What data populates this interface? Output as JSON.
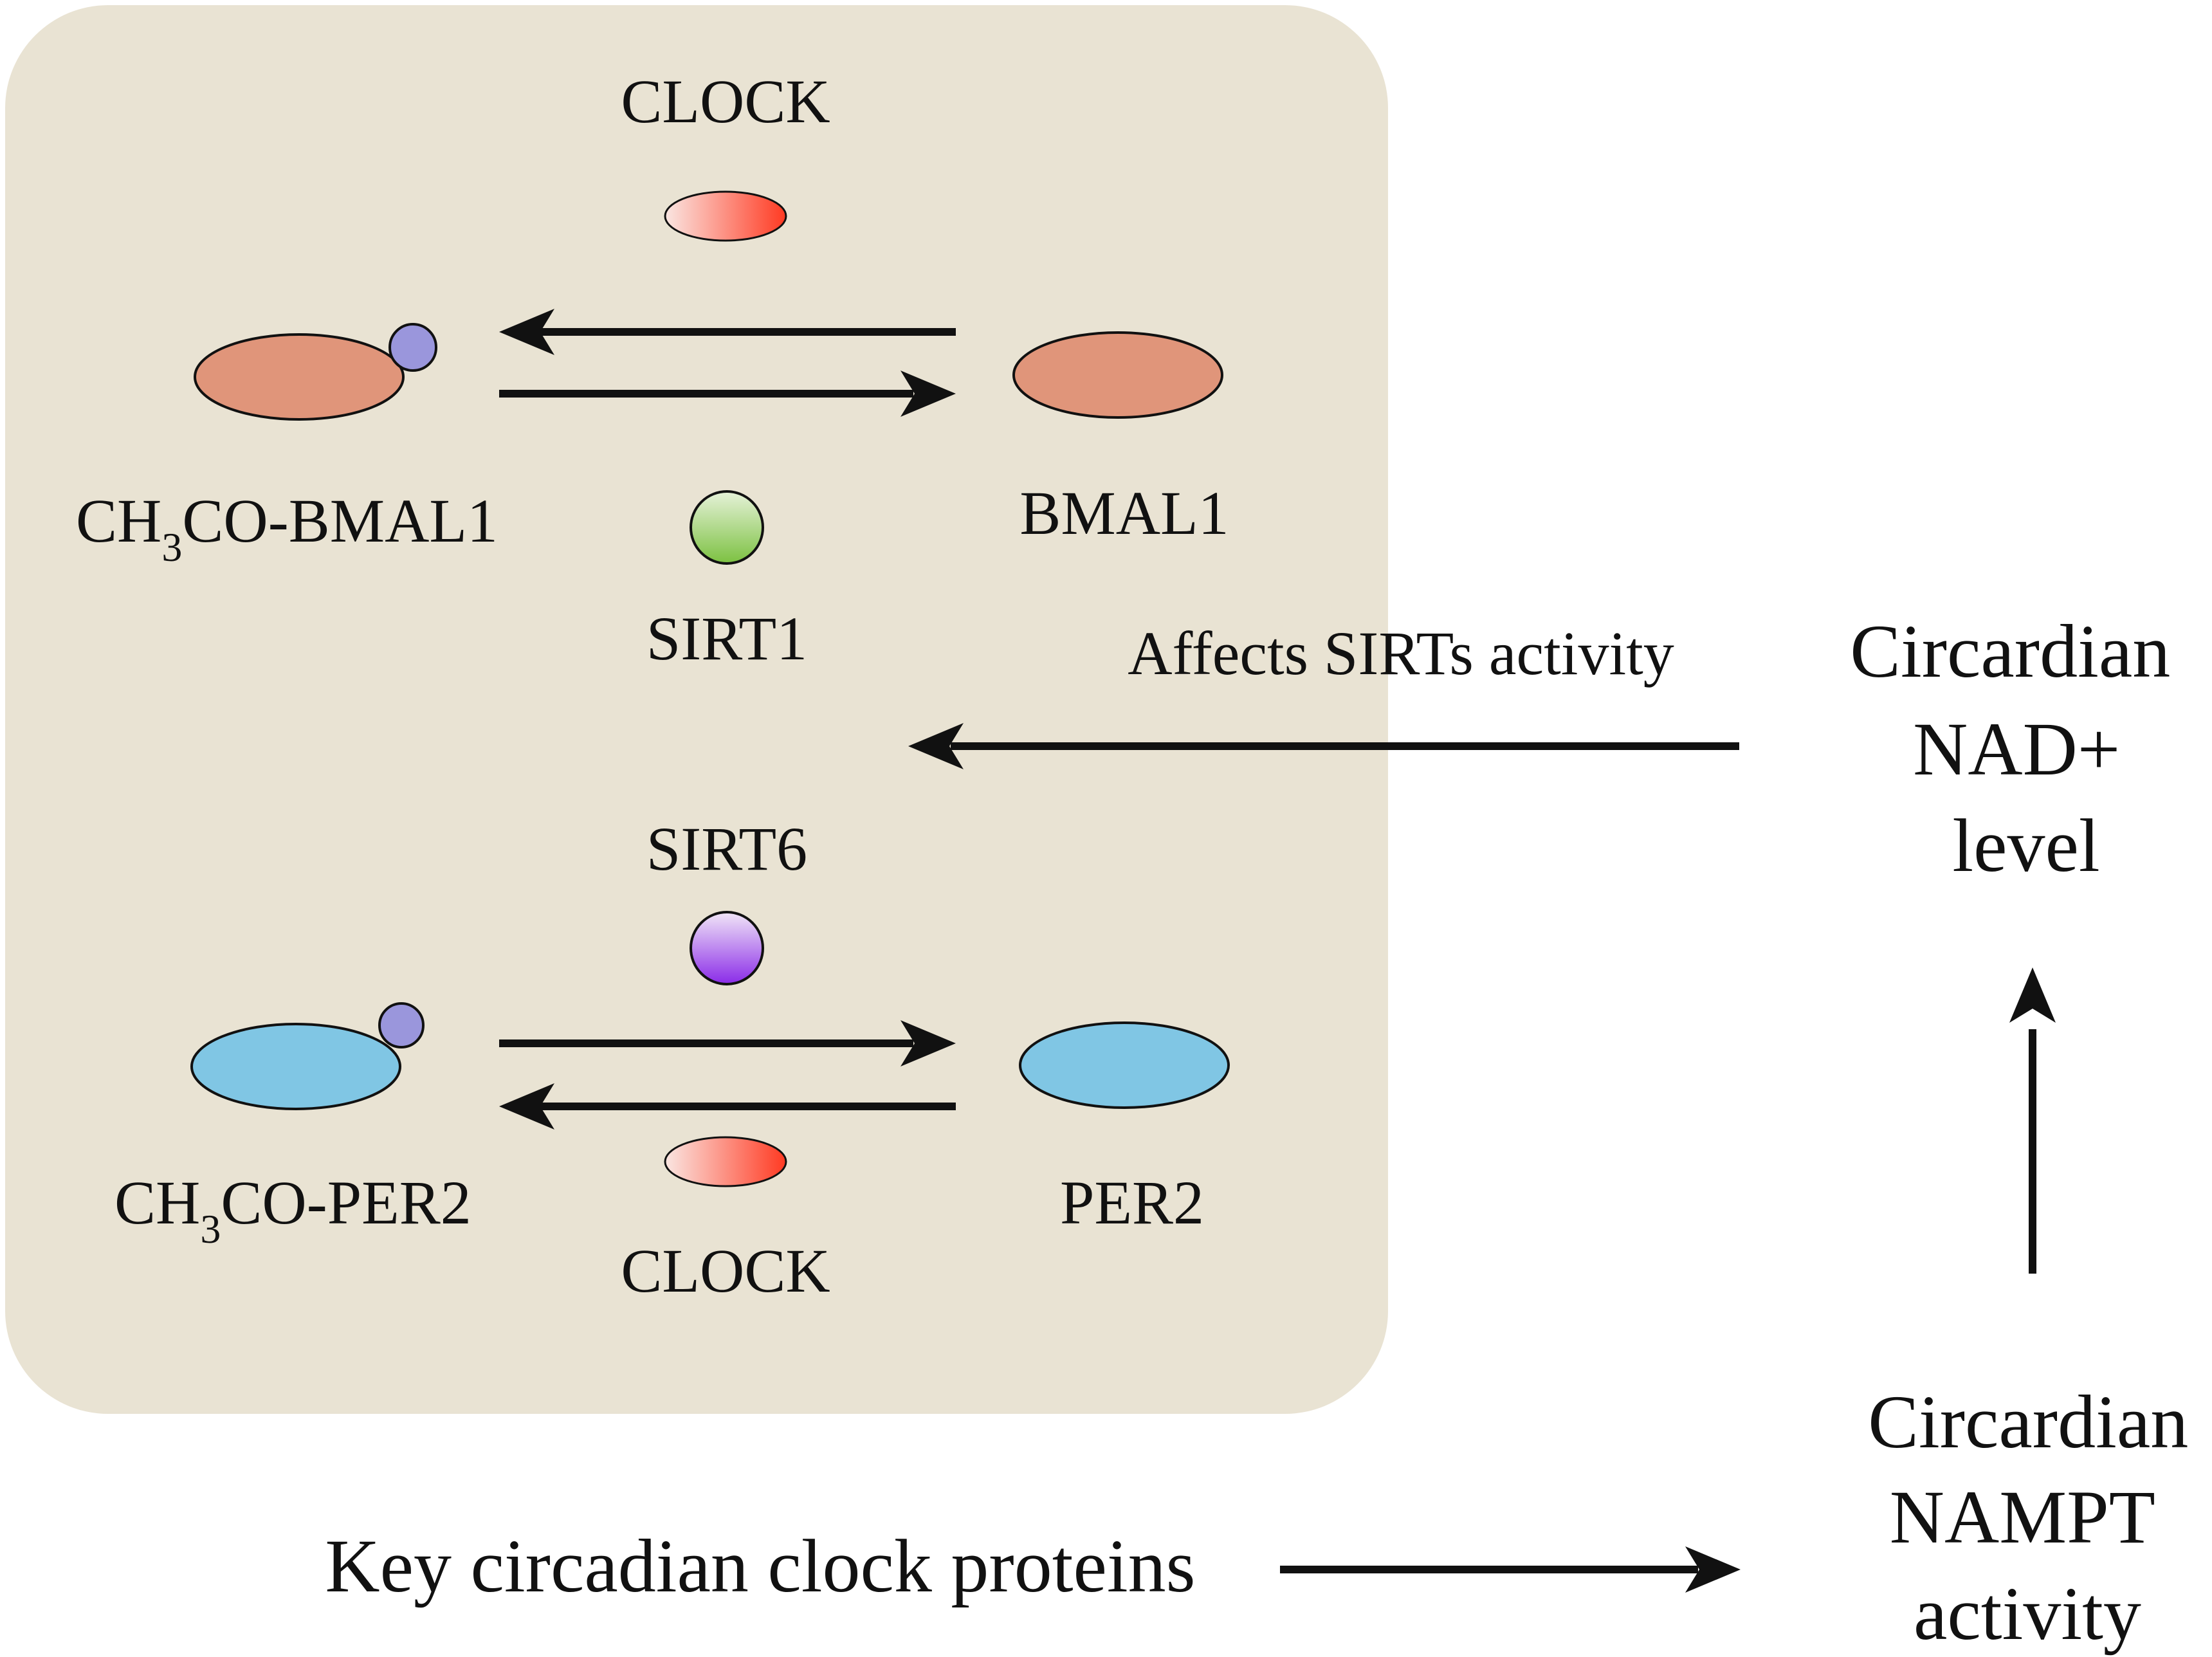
{
  "colors": {
    "panel": "#e9e3d3",
    "bmal1": "#e0957a",
    "per2": "#80c6e4",
    "acetyl": "#9a96dc",
    "clock_light": "#fae6e2",
    "clock_dark": "#ff3a22",
    "sirt1_light": "#e6f2d9",
    "sirt1_dark": "#7cc141",
    "sirt6_light": "#f1e6f7",
    "sirt6_dark": "#8a2be8",
    "stroke": "#111111"
  },
  "labels": {
    "clock_top": "CLOCK",
    "acetyl_bmal1_prefix": "CH",
    "acetyl_bmal1_sub": "3",
    "acetyl_bmal1_suffix": "CO-BMAL1",
    "bmal1": "BMAL1",
    "sirt1": "SIRT1",
    "sirt6": "SIRT6",
    "acetyl_per2_prefix": "CH",
    "acetyl_per2_sub": "3",
    "acetyl_per2_suffix": "CO-PER2",
    "per2": "PER2",
    "clock_bottom": "CLOCK",
    "affects": "Affects SIRTs activity",
    "nad_line1": "Circardian",
    "nad_line2": "NAD+",
    "nad_line3": "level",
    "nampt_line1": "Circardian",
    "nampt_line2": "NAMPT",
    "nampt_line3": "activity",
    "key_proteins": "Key circadian clock proteins"
  }
}
